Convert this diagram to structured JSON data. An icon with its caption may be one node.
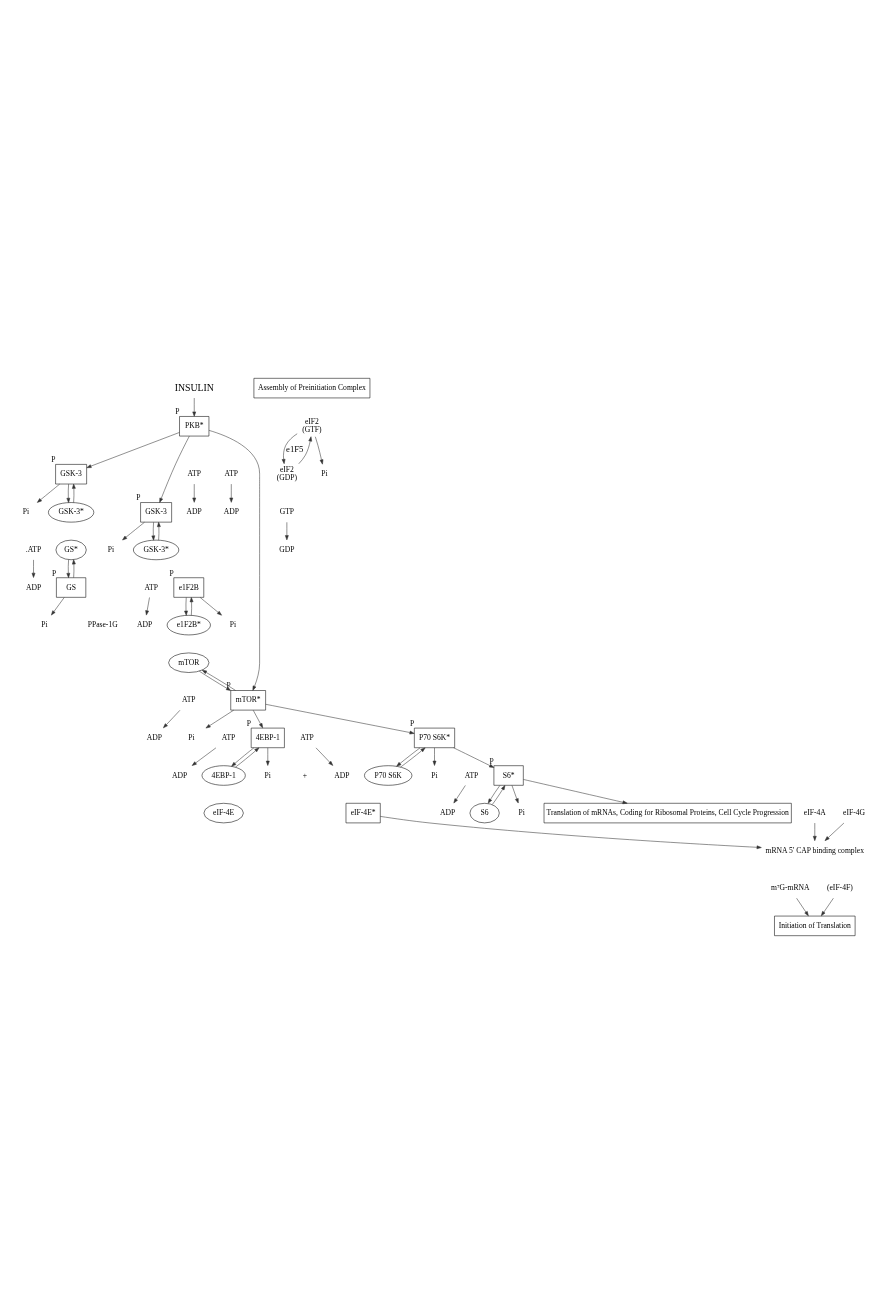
{
  "diagram": {
    "nodes": [
      {
        "text": [
          "INSULIN"
        ]
      },
      {
        "text": [
          "Assembly of Preinitiation Complex"
        ]
      },
      {
        "text": [
          "GSK-3"
        ],
        "beside": [
          "P"
        ]
      },
      {
        "text": [
          "PKB*"
        ],
        "beside": [
          "P"
        ]
      },
      {
        "text": [
          "GSK-3"
        ],
        "beside": [
          "P"
        ]
      },
      {
        "text": [
          "ADP"
        ]
      },
      {
        "text": [
          "Pi"
        ]
      },
      {
        "text": [
          "ATP"
        ]
      },
      {
        "text": [
          "GSK-3*"
        ]
      },
      {
        "text": [
          ".ATP"
        ]
      },
      {
        "text": [
          "ADP"
        ]
      },
      {
        "text": [
          "GS*"
        ]
      },
      {
        "text": [
          "GS"
        ],
        "beside": [
          "P"
        ]
      },
      {
        "text": [
          "Pi"
        ]
      },
      {
        "text": [
          "ADP"
        ]
      },
      {
        "text": [
          "Pi"
        ]
      },
      {
        "text": [
          "ATP"
        ]
      },
      {
        "text": [
          "GSK-3*"
        ]
      },
      {
        "text": [
          "ADP"
        ]
      },
      {
        "text": [
          "ATP"
        ]
      },
      {
        "text": [
          "e1F2B"
        ],
        "beside": [
          "P"
        ]
      },
      {
        "text": [
          "e1F2B*"
        ]
      },
      {
        "text": [
          "Pi"
        ]
      },
      {
        "text": [
          "GDP"
        ]
      },
      {
        "text": [
          "eIF2",
          "(GTF)"
        ]
      },
      {
        "text": [
          "eIF2",
          "(GDP)"
        ]
      },
      {
        "text": [
          "Pi"
        ]
      },
      {
        "text": [
          "GTP"
        ]
      },
      {
        "text": [
          "mTOR"
        ]
      },
      {
        "text": [
          "ATP"
        ]
      },
      {
        "text": [
          "Pi"
        ]
      },
      {
        "text": [
          "ADP"
        ]
      },
      {
        "text": [
          "mTOR*"
        ],
        "beside": [
          "P"
        ]
      },
      {
        "text": [
          "ATP"
        ]
      },
      {
        "text": [
          "ADP"
        ]
      },
      {
        "text": [
          "4EBP-1"
        ]
      },
      {
        "text": [
          "eIF-4E"
        ]
      },
      {
        "text": [
          "4EBP-1"
        ],
        "beside": [
          "P"
        ]
      },
      {
        "text": [
          "Pi"
        ]
      },
      {
        "text": [
          "eIF-4E*"
        ]
      },
      {
        "text": [
          "eIF-4A"
        ]
      },
      {
        "text": [
          "eIF-4G"
        ]
      },
      {
        "text": [
          "mRNA 5' CAP binding complex"
        ]
      },
      {
        "text": [
          "m⁷G-mRNA"
        ]
      },
      {
        "text": [
          "(eIF-4F)"
        ]
      },
      {
        "text": [
          "Initiation of Translation"
        ]
      },
      {
        "text": [
          "ATP"
        ]
      },
      {
        "text": [
          "ADP"
        ]
      },
      {
        "text": [
          "P70 S6K"
        ]
      },
      {
        "text": [
          "P70 S6K*"
        ],
        "beside": [
          "P"
        ]
      },
      {
        "text": [
          "Pi"
        ]
      },
      {
        "text": [
          "ATP"
        ]
      },
      {
        "text": [
          "ADP"
        ]
      },
      {
        "text": [
          "S6"
        ]
      },
      {
        "text": [
          "S6*"
        ],
        "beside": [
          "P"
        ]
      },
      {
        "text": [
          "Pi"
        ]
      },
      {
        "text": [
          "Translation of mRNAs, Coding for Ribosomal Proteins, Cell Cycle Progression"
        ]
      }
    ],
    "edges": [
      {
        "from": 0,
        "to": 3,
        "arrow": "to"
      },
      {
        "from": 3,
        "to": 2,
        "arrow": "to"
      },
      {
        "from": 3,
        "to": 4,
        "arrow": "to"
      },
      {
        "from": 8,
        "to": 2,
        "arrow": "to"
      },
      {
        "from": 7,
        "to": 5,
        "arrow": "to"
      },
      {
        "from": 2,
        "to": 8,
        "arrow": "to"
      },
      {
        "from": 2,
        "to": 6,
        "arrow": "to"
      },
      {
        "from": 9,
        "to": 10,
        "arrow": "to"
      },
      {
        "from": 11,
        "to": 12,
        "arrow": "to"
      },
      {
        "from": 12,
        "to": 11,
        "arrow": "to"
      },
      {
        "from": 12,
        "to": 13,
        "arrow": "to"
      },
      {
        "from": 17,
        "to": 4,
        "arrow": "to"
      },
      {
        "from": 16,
        "to": 14,
        "arrow": "to"
      },
      {
        "from": 4,
        "to": 17,
        "arrow": "to"
      },
      {
        "from": 4,
        "to": 15,
        "arrow": "to"
      },
      {
        "from": 19,
        "to": 18,
        "arrow": "to"
      },
      {
        "from": 21,
        "to": 20,
        "arrow": "to"
      },
      {
        "from": 20,
        "to": 21,
        "arrow": "to"
      },
      {
        "from": 20,
        "to": 22,
        "arrow": "to"
      },
      {
        "from": 25,
        "to": 24,
        "arrow": "to"
      },
      {
        "from": 27,
        "to": 23,
        "arrow": "to"
      },
      {
        "from": 24,
        "to": 25,
        "arrow": "to",
        "label": "e1F5"
      },
      {
        "from": 24,
        "to": 26,
        "arrow": "to"
      },
      {
        "from": 3,
        "to": 32,
        "arrow": "to"
      },
      {
        "from": 28,
        "to": 32,
        "arrow": "to"
      },
      {
        "from": 29,
        "to": 31,
        "arrow": "to"
      },
      {
        "from": 32,
        "to": 28,
        "arrow": "to"
      },
      {
        "from": 32,
        "to": 30,
        "arrow": "to"
      },
      {
        "from": 32,
        "to": 37,
        "arrow": "to"
      },
      {
        "from": 32,
        "to": 49,
        "arrow": "to"
      },
      {
        "from": 33,
        "to": 34,
        "arrow": "to"
      },
      {
        "from": 35,
        "to": 37,
        "arrow": "to"
      },
      {
        "from": 37,
        "to": 35,
        "arrow": "to"
      },
      {
        "from": 37,
        "to": 38,
        "arrow": "to"
      },
      {
        "from": 39,
        "to": 42,
        "arrow": "to"
      },
      {
        "from": 40,
        "to": 42,
        "arrow": "to"
      },
      {
        "from": 41,
        "to": 42,
        "arrow": "to"
      },
      {
        "from": 43,
        "to": 45,
        "arrow": "to"
      },
      {
        "from": 44,
        "to": 45,
        "arrow": "to"
      },
      {
        "from": 46,
        "to": 47,
        "arrow": "to"
      },
      {
        "from": 48,
        "to": 49,
        "arrow": "to"
      },
      {
        "from": 49,
        "to": 48,
        "arrow": "to"
      },
      {
        "from": 49,
        "to": 50,
        "arrow": "to"
      },
      {
        "from": 49,
        "to": 54,
        "arrow": "to"
      },
      {
        "from": 51,
        "to": 52,
        "arrow": "to"
      },
      {
        "from": 53,
        "to": 54,
        "arrow": "to"
      },
      {
        "from": 54,
        "to": 53,
        "arrow": "to"
      },
      {
        "from": 54,
        "to": 55,
        "arrow": "to"
      },
      {
        "from": 54,
        "to": 56,
        "arrow": "to"
      }
    ],
    "labels": [
      "PPase-1G",
      "+"
    ]
  }
}
